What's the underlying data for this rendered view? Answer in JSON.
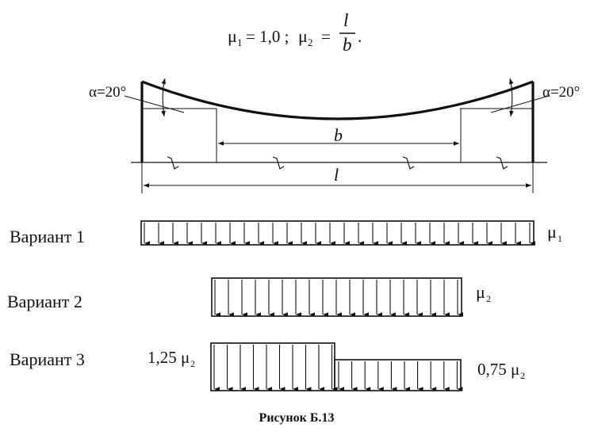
{
  "formula": {
    "mu1_symbol": "μ",
    "mu1_sub": "1",
    "mu1_value": "= 1,0 ;",
    "mu2_symbol": "μ",
    "mu2_sub": "2",
    "equals": "=",
    "numerator": "l",
    "denominator": "b",
    "period": "."
  },
  "diagram": {
    "angle_left": "α=20°",
    "angle_right": "α=20°",
    "dim_b": "b",
    "dim_l": "l"
  },
  "variants": [
    {
      "label": "Вариант 1",
      "load_symbol": "μ",
      "load_sub": "1"
    },
    {
      "label": "Вариант 2",
      "load_symbol": "μ",
      "load_sub": "2"
    },
    {
      "label": "Вариант 3",
      "load_left_coef": "1,25",
      "load_left_symbol": "μ",
      "load_left_sub": "2",
      "load_right_coef": "0,75",
      "load_right_symbol": "μ",
      "load_right_sub": "2"
    }
  ],
  "caption": "Рисунок Б.13"
}
